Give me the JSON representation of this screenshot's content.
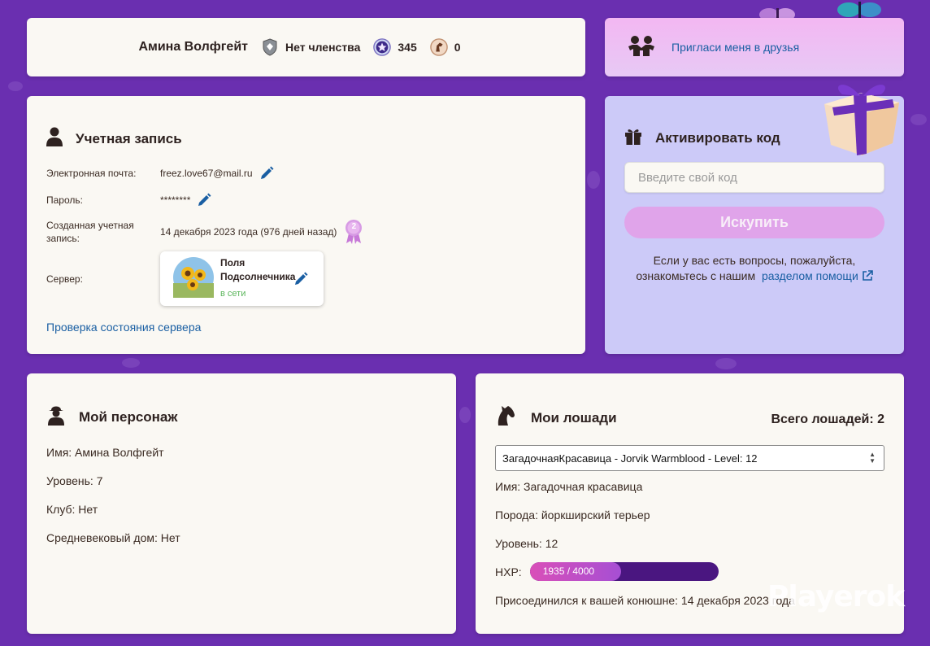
{
  "header": {
    "player_name": "Амина Волфгейт",
    "membership": "Нет членства",
    "star_coins": "345",
    "horse_shoes": "0"
  },
  "invite": {
    "link_text": "Пригласи меня в друзья"
  },
  "account": {
    "title": "Учетная запись",
    "email_label": "Электронная почта:",
    "email_value": "freez.love67@mail.ru",
    "password_label": "Пароль:",
    "password_value": "********",
    "created_label": "Созданная учетная запись:",
    "created_value": "14 декабря 2023 года (976 дней назад)",
    "badge_number": "2",
    "server_label": "Сервер:",
    "server_name": "Поля Подсолнечника",
    "server_status": "в сети",
    "server_check_link": "Проверка состояния сервера"
  },
  "activate": {
    "title": "Активировать код",
    "placeholder": "Введите свой код",
    "redeem_label": "Искупить",
    "help_text": "Если у вас есть вопросы, пожалуйста, ознакомьтесь с нашим",
    "help_link": "разделом помощи"
  },
  "character": {
    "title": "Мой персонаж",
    "name": "Имя: Амина Волфгейт",
    "level": "Уровень: 7",
    "club": "Клуб: Нет",
    "medieval_house": "Средневековый дом: Нет"
  },
  "horses": {
    "title": "Мои лошади",
    "total": "Всего лошадей: 2",
    "selected": "ЗагадочнаяКрасавица - Jorvik Warmblood - Level: 12",
    "name": "Имя: Загадочная красавица",
    "breed": "Порода: йоркширский терьер",
    "level": "Уровень: 12",
    "hxp_label": "HXP:",
    "hxp_text": "1935 / 4000",
    "hxp_current": 1935,
    "hxp_max": 4000,
    "joined": "Присоединился к вашей конюшне: 14 декабря 2023 года"
  },
  "watermark": "Playerok",
  "colors": {
    "background": "#6a2fb0",
    "link": "#1a5fa3",
    "online": "#5ab55a",
    "redeem_button": "#e0a4ea"
  }
}
